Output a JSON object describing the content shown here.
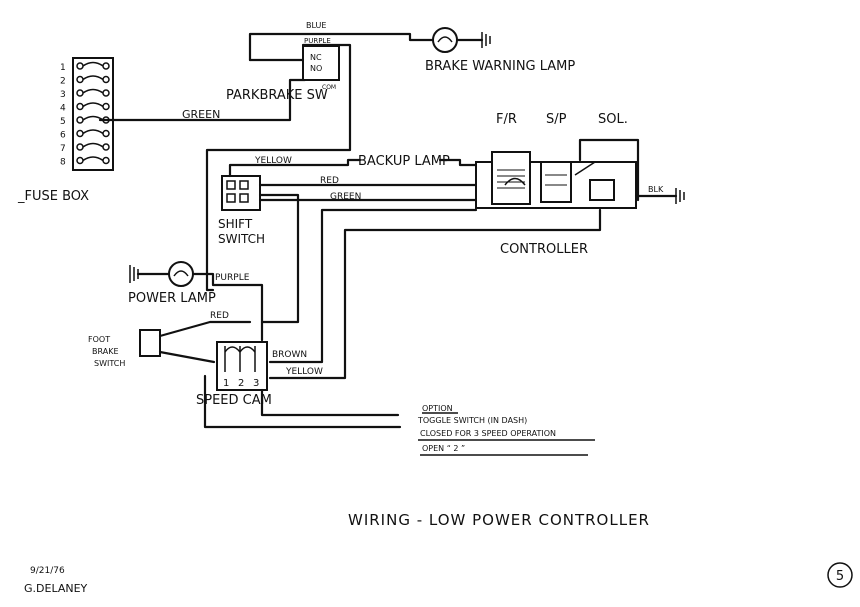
{
  "fuse_box": {
    "label": "_FUSE BOX",
    "numbers": [
      "1",
      "2",
      "3",
      "4",
      "5",
      "6",
      "7",
      "8"
    ]
  },
  "labels": {
    "blue": "BLUE",
    "purple_top": "PURPLE",
    "nc": "NC",
    "no": "NO",
    "com": "COM",
    "brake_warning_lamp": "BRAKE WARNING LAMP",
    "park_brake_sw": "PARKBRAKE SW",
    "green_fuse": "GREEN",
    "fr": "F/R",
    "sp": "S/P",
    "sol": "SOL.",
    "yellow_backup": "YELLOW",
    "backup_lamp": "BACKUP LAMP",
    "red_shift": "RED",
    "green_shift": "GREEN",
    "blk": "BLK",
    "shift_switch_1": "SHIFT",
    "shift_switch_2": "SWITCH",
    "controller": "CONTROLLER",
    "power_lamp": "POWER LAMP",
    "purple_power": "PURPLE",
    "red_cam": "RED",
    "foot_brake_1": "FOOT",
    "foot_brake_2": "BRAKE",
    "foot_brake_3": "SWITCH",
    "brown": "BROWN",
    "yellow_cam": "YELLOW",
    "cam_1": "1",
    "cam_2": "2",
    "cam_3": "3",
    "speed_cam": "SPEED CAM",
    "option": "OPTION",
    "toggle_switch": "TOGGLE SWITCH (IN DASH)",
    "closed_for": "CLOSED FOR 3 SPEED OPERATION",
    "open_for": "OPEN “ 2 ”",
    "title": "WIRING - LOW POWER CONTROLLER",
    "date": "9/21/76",
    "author": "G.DELANEY",
    "page_number": "5"
  }
}
